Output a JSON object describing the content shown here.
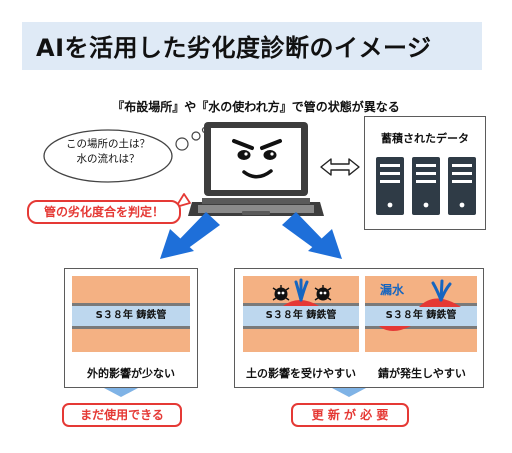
{
  "title": "AIを活用した劣化度診断のイメージ",
  "subtitle": "『布設場所』や『水の使われ方』で管の状態が異なる",
  "thought_bubble": {
    "line1": "この場所の土は？",
    "line2": "水の流れは？"
  },
  "judge_label": "管の劣化度合を判定！",
  "data_store": {
    "label": "蓄積されたデータ"
  },
  "pipe_label": "S３８年 鋳鉄管",
  "left_panel": {
    "caption": "外的影響が少ない",
    "result": "まだ使用できる"
  },
  "right_panel": {
    "soil": {
      "caption": "土の影響を受けやすい"
    },
    "rust": {
      "caption": "錆が発生しやすい",
      "leak_label": "漏水"
    },
    "result": "更 新 が 必 要"
  },
  "colors": {
    "title_bg": "#dfeaf6",
    "accent_red": "#e53935",
    "arrow_blue": "#1e6fd9",
    "soil": "#f4b183",
    "pipe": "#bdd7ee",
    "leak_blue": "#1565c0"
  }
}
